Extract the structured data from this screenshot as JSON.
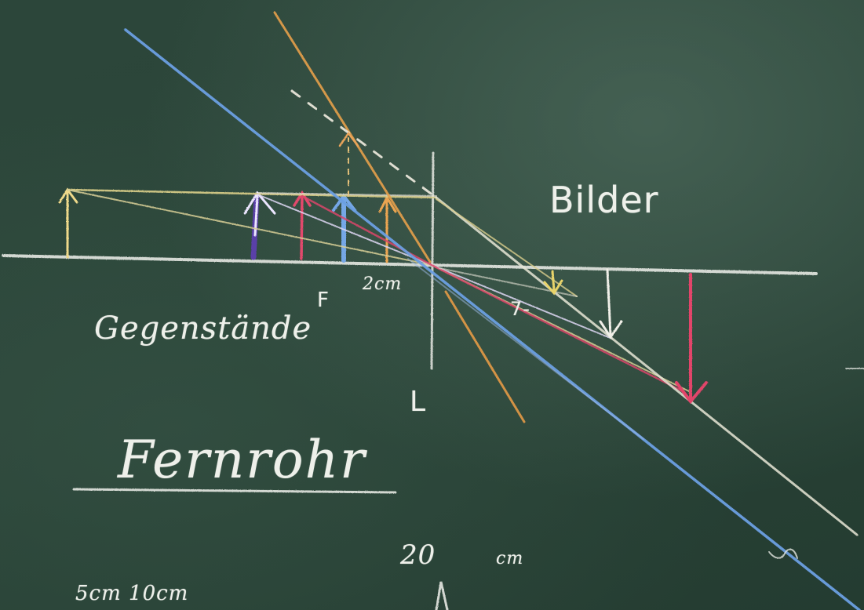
{
  "labels": {
    "images": "Bilder",
    "objects": "Gegenstände",
    "focal_point": "F",
    "focal_distance": "2cm",
    "lens": "L",
    "title": "Fernrohr",
    "distance_20": "20",
    "unit_cm": "cm",
    "distances_bottom": "5cm 10cm",
    "ray_mark": "7-"
  },
  "colors": {
    "board": "#2a4438",
    "chalk_white": "#eef0ea",
    "chalk_yellow": "#e8d68a",
    "chalk_orange": "#e7a34a",
    "chalk_red": "#e0476a",
    "chalk_blue": "#6a9ee0",
    "chalk_violet": "#d9ccf5"
  }
}
